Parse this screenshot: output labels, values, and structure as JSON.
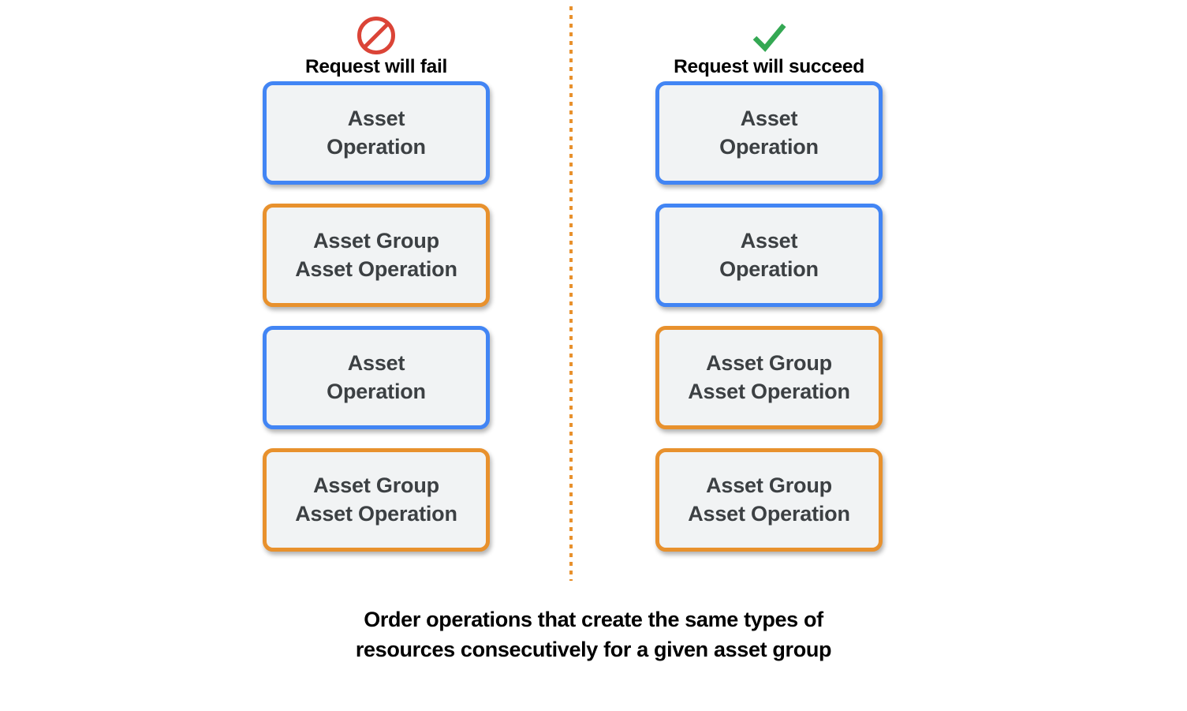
{
  "colors": {
    "blue_border": "#4285F4",
    "orange_border": "#E8912D",
    "box_fill": "#F1F3F4",
    "box_text": "#3C4043",
    "fail_icon": "#DB4437",
    "success_icon": "#34A853",
    "divider": "#E8912D",
    "background": "#FFFFFF"
  },
  "divider": {
    "style": "dotted-vertical",
    "name": "column-divider"
  },
  "columns": [
    {
      "id": "fail",
      "icon": "prohibition-icon",
      "header": "Request will fail",
      "boxes": [
        {
          "type": "asset",
          "line1": "Asset",
          "line2": "Operation"
        },
        {
          "type": "asset-group",
          "line1": "Asset Group",
          "line2": "Asset Operation"
        },
        {
          "type": "asset",
          "line1": "Asset",
          "line2": "Operation"
        },
        {
          "type": "asset-group",
          "line1": "Asset Group",
          "line2": "Asset Operation"
        }
      ]
    },
    {
      "id": "succeed",
      "icon": "checkmark-icon",
      "header": "Request will succeed",
      "boxes": [
        {
          "type": "asset",
          "line1": "Asset",
          "line2": "Operation"
        },
        {
          "type": "asset",
          "line1": "Asset",
          "line2": "Operation"
        },
        {
          "type": "asset-group",
          "line1": "Asset Group",
          "line2": "Asset Operation"
        },
        {
          "type": "asset-group",
          "line1": "Asset Group",
          "line2": "Asset Operation"
        }
      ]
    }
  ],
  "caption": {
    "line1": "Order operations that create the same types of",
    "line2": "resources consecutively for a given asset group"
  }
}
